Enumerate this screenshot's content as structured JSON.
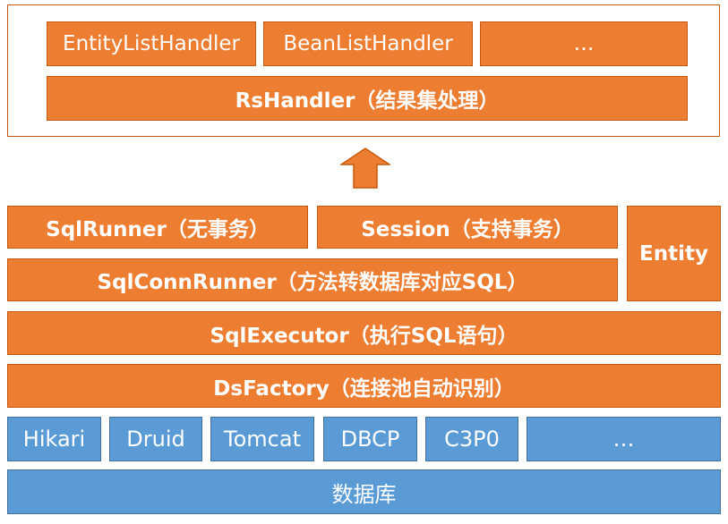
{
  "handlers": {
    "items": [
      "EntityListHandler",
      "BeanListHandler",
      "…"
    ],
    "base": "RsHandler（结果集处理）"
  },
  "layers": {
    "sqlrunner": "SqlRunner（无事务）",
    "session": "Session（支持事务）",
    "entity": "Entity",
    "sqlconnrunner": "SqlConnRunner（方法转数据库对应SQL）",
    "sqlexecutor": "SqlExecutor（执行SQL语句）",
    "dsfactory": "DsFactory（连接池自动识别）"
  },
  "pools": [
    "Hikari",
    "Druid",
    "Tomcat",
    "DBCP",
    "C3P0",
    "…"
  ],
  "database": "数据库",
  "colors": {
    "orange_fill": "#ed7d31",
    "orange_border": "#c55a11",
    "blue_fill": "#5b9bd5",
    "blue_border": "#41719c"
  },
  "icons": {
    "up_arrow": "up-arrow-icon"
  }
}
